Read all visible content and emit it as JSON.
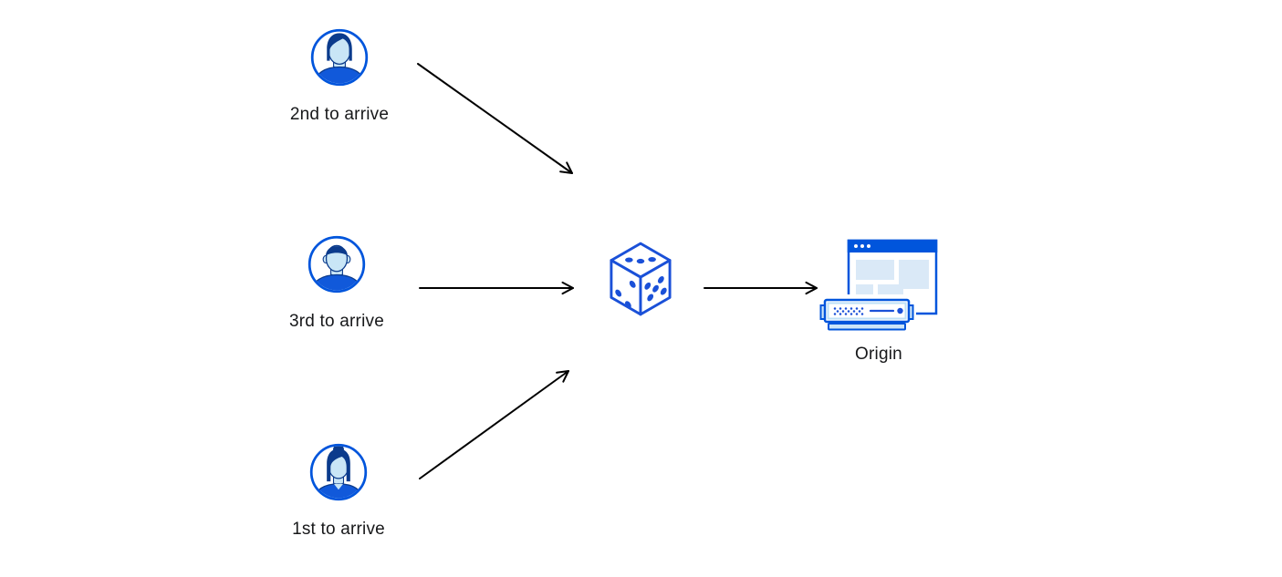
{
  "diagram": {
    "title": "random-order-load-distribution-diagram",
    "colors": {
      "brand_blue": "#0055DC",
      "dark_navy": "#0B3B8C",
      "face_blue": "#C9E6F6",
      "shirt_blue": "#1159DA",
      "panel_blue": "#DAE9F7",
      "dice_blue": "#1A50D8",
      "light_accent": "#BEE0F7",
      "base_blue": "#CBE4F8",
      "arrow_color": "#000000",
      "text_color": "#17181A",
      "background": "#FFFFFF"
    },
    "nodes": {
      "client_top": {
        "label": "2nd to arrive",
        "icon": "user-male-avatar-icon"
      },
      "client_middle": {
        "label": "3rd to arrive",
        "icon": "user-male-flattop-avatar-icon"
      },
      "client_bottom": {
        "label": "1st to arrive",
        "icon": "user-female-avatar-icon"
      },
      "randomizer": {
        "label": "",
        "icon": "dice-icon"
      },
      "origin": {
        "label": "Origin",
        "icon": "origin-server-browser-icon"
      }
    },
    "edges": [
      {
        "from": "client_top",
        "to": "randomizer"
      },
      {
        "from": "client_middle",
        "to": "randomizer"
      },
      {
        "from": "client_bottom",
        "to": "randomizer"
      },
      {
        "from": "randomizer",
        "to": "origin"
      }
    ]
  }
}
